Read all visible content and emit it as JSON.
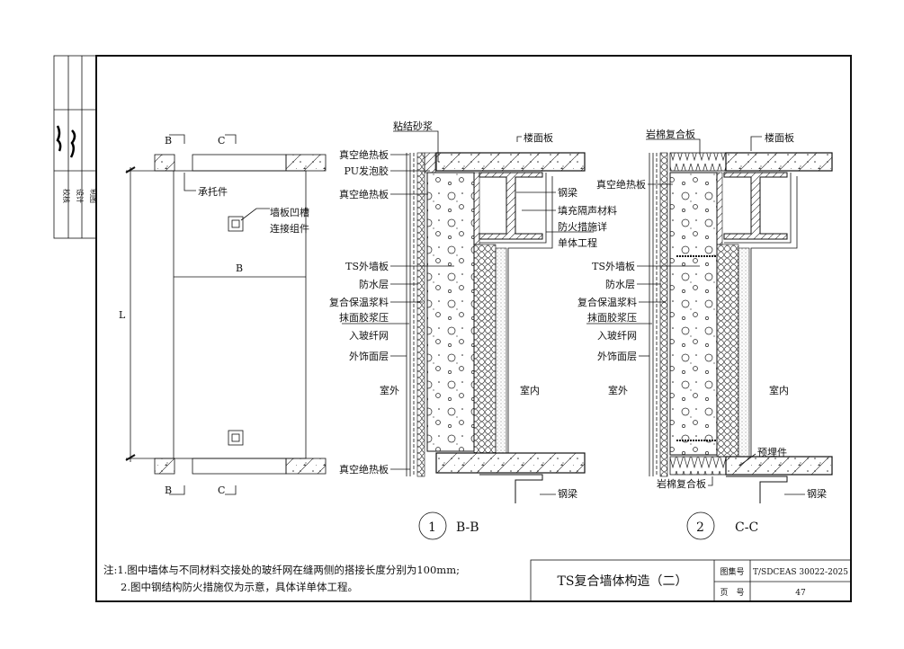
{
  "side_strip": {
    "roles": [
      "校核",
      "设计",
      "制图"
    ]
  },
  "elevation": {
    "section_b": "B",
    "section_c": "C",
    "support": "承托件",
    "groove": "墙板凹槽",
    "connector": "连接组件",
    "width_dim": "B",
    "length_dim": "L"
  },
  "section1": {
    "bond_mortar": "粘结砂浆",
    "floor_slab": "楼面板",
    "vip_top": "真空绝热板",
    "pu_foam": "PU发泡胶",
    "vip_mid": "真空绝热板",
    "steel_beam": "钢梁",
    "sound_fill": "填充隔声材料",
    "fireproof_1": "防火措施详",
    "fireproof_2": "单体工程",
    "ts_panel": "TS外墙板",
    "waterproof": "防水层",
    "insulation_mortar": "复合保温浆料",
    "plaster_1": "抹面胶浆压",
    "plaster_2": "入玻纤网",
    "finish": "外饰面层",
    "outdoor": "室外",
    "indoor": "室内",
    "vip_bottom": "真空绝热板",
    "steel_beam_bottom": "钢梁",
    "number": "1",
    "name": "B-B"
  },
  "section2": {
    "rockwool_top": "岩棉复合板",
    "floor_slab": "楼面板",
    "vip": "真空绝热板",
    "ts_panel": "TS外墙板",
    "waterproof": "防水层",
    "insulation_mortar": "复合保温浆料",
    "plaster_1": "抹面胶浆压",
    "plaster_2": "入玻纤网",
    "finish": "外饰面层",
    "outdoor": "室外",
    "indoor": "室内",
    "embedded": "预埋件",
    "rockwool_bottom": "岩棉复合板",
    "steel_beam_bottom": "钢梁",
    "number": "2",
    "name": "C-C"
  },
  "notes": {
    "line1": "注:1.图中墙体与不同材料交接处的玻纤网在缝两侧的搭接长度分别为100mm;",
    "line2": "2.图中钢结构防火措施仅为示意，具体详单体工程。"
  },
  "title_block": {
    "title": "TS复合墙体构造（二）",
    "atlas_label": "图集号",
    "atlas_value": "T/SDCEAS 30022-2025",
    "page_label": "页　号",
    "page_value": "47"
  }
}
